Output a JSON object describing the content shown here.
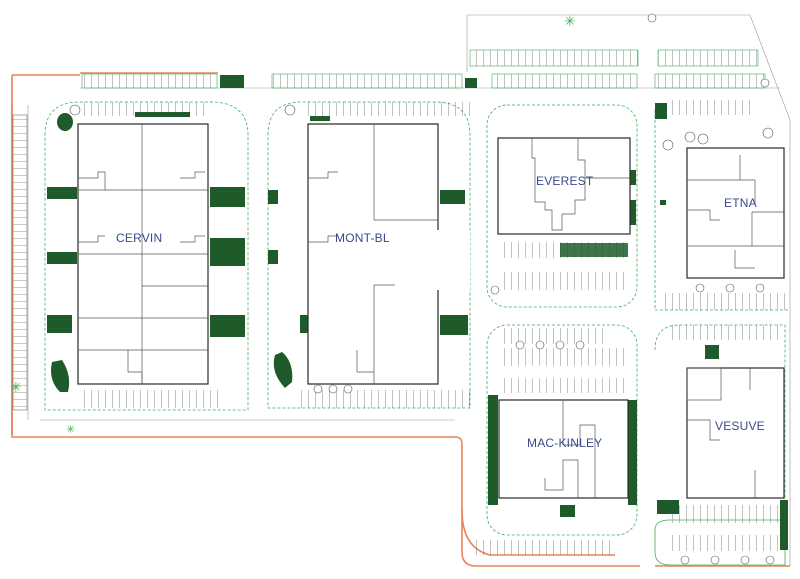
{
  "plan": {
    "type": "site-plan",
    "colors": {
      "property_line": "#e8845a",
      "landscape_line": "#3fae5a",
      "hedge_fill": "#1f5a2a",
      "building_outline": "#2a2a2a",
      "label": "#3a4a8a"
    },
    "buildings": [
      {
        "id": "cervin",
        "label": "CERVIN"
      },
      {
        "id": "mont-blanc",
        "label": "MONT-BL"
      },
      {
        "id": "everest",
        "label": "EVEREST"
      },
      {
        "id": "etna",
        "label": "ETNA"
      },
      {
        "id": "mac-kinley",
        "label": "MAC-KINLEY"
      },
      {
        "id": "vesuve",
        "label": "VESUVE"
      }
    ]
  }
}
